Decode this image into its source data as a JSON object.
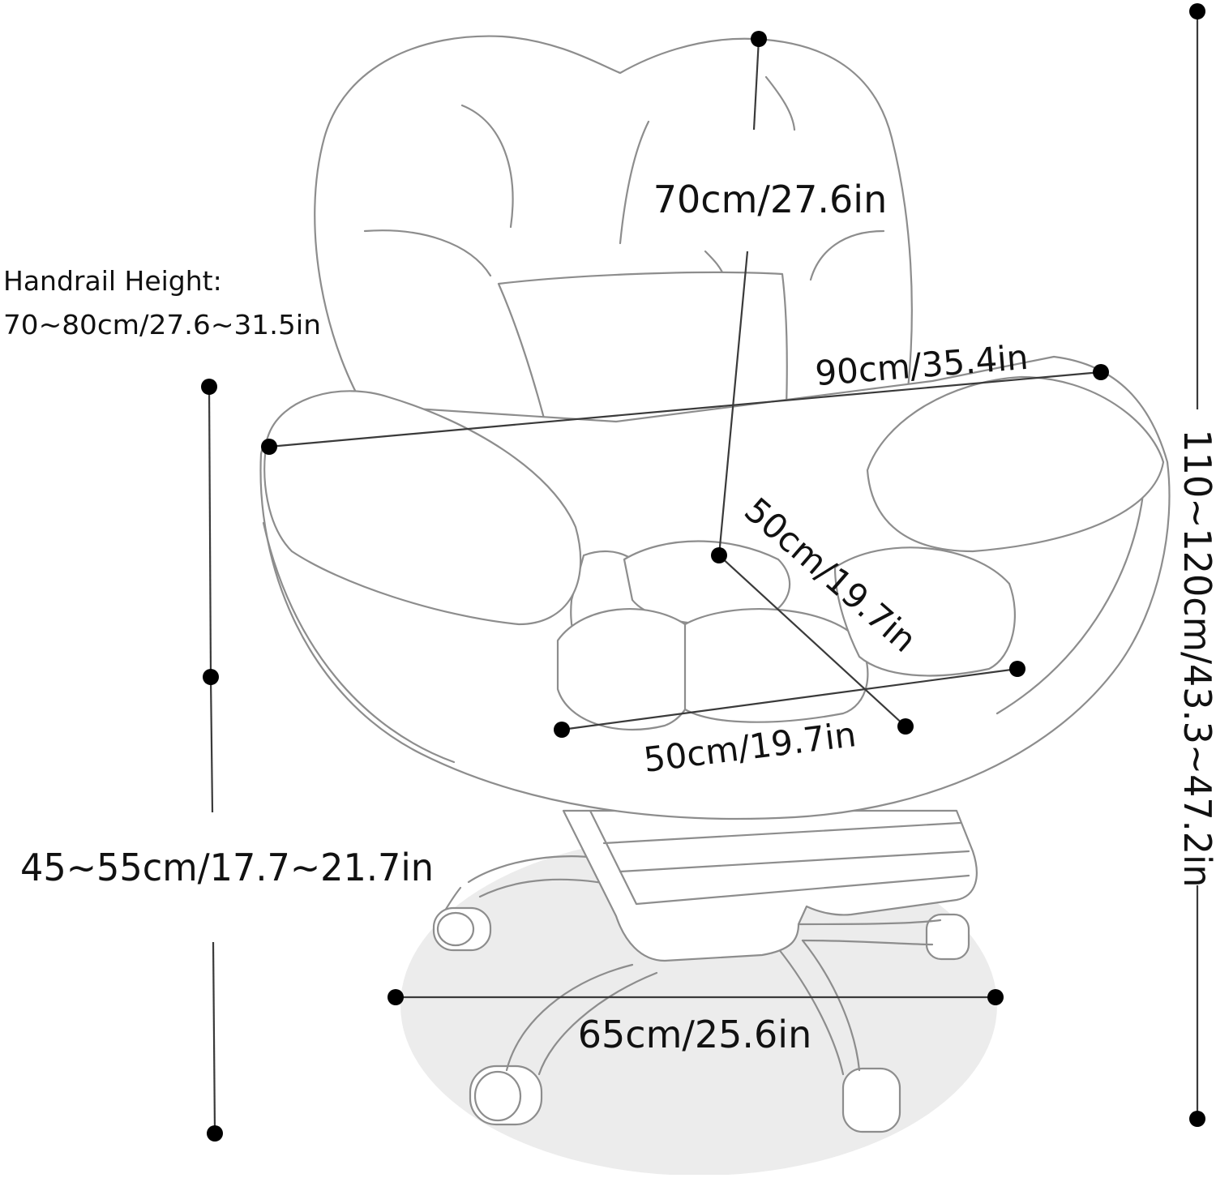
{
  "labels": {
    "back_height": "70cm/27.6in",
    "handrail_title": "Handrail Height:",
    "handrail_value": "70~80cm/27.6~31.5in",
    "overall_width": "90cm/35.4in",
    "seat_depth": "50cm/19.7in",
    "seat_width": "50cm/19.7in",
    "seat_height": "45~55cm/17.7~21.7in",
    "base_diameter": "65cm/25.6in",
    "total_height": "110~120cm/43.3~47.2in"
  },
  "colors": {
    "outline": "#8d8d8d",
    "dimension_line": "#3a3a3a",
    "marker": "#000000",
    "floor_shadow": "#ececec",
    "text": "#111111"
  }
}
